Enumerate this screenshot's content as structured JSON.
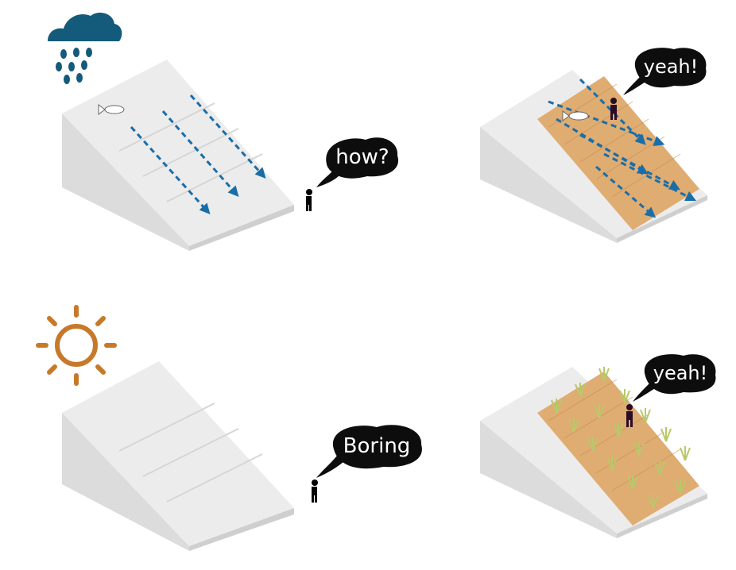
{
  "panels": [
    {
      "id": "rain-bare",
      "weather": "rain",
      "stairs": "bare-concrete",
      "flow_arrows": true,
      "fish": true,
      "speech": "how?"
    },
    {
      "id": "rain-wood",
      "weather": "rain",
      "stairs": "wood-deck",
      "flow_arrows": true,
      "fish": true,
      "speech": "yeah!"
    },
    {
      "id": "sun-bare",
      "weather": "sun",
      "stairs": "bare-concrete",
      "flow_arrows": false,
      "fish": false,
      "speech": "Boring"
    },
    {
      "id": "sun-grass",
      "weather": "sun",
      "stairs": "wood-deck-with-grass",
      "flow_arrows": false,
      "fish": false,
      "speech": "yeah!"
    }
  ],
  "icons": {
    "rain": "rain-cloud-icon",
    "sun": "sun-icon",
    "person": "person-icon",
    "fish": "fish-icon"
  },
  "colors": {
    "rain_icon": "#145a7a",
    "sun_icon": "#c7792a",
    "flow_arrow": "#1a6ea8",
    "concrete_top": "#ececec",
    "concrete_side": "#dedede",
    "wood": "#dfac72",
    "grass": "#b9c86a",
    "bubble": "#0d0d0d"
  }
}
